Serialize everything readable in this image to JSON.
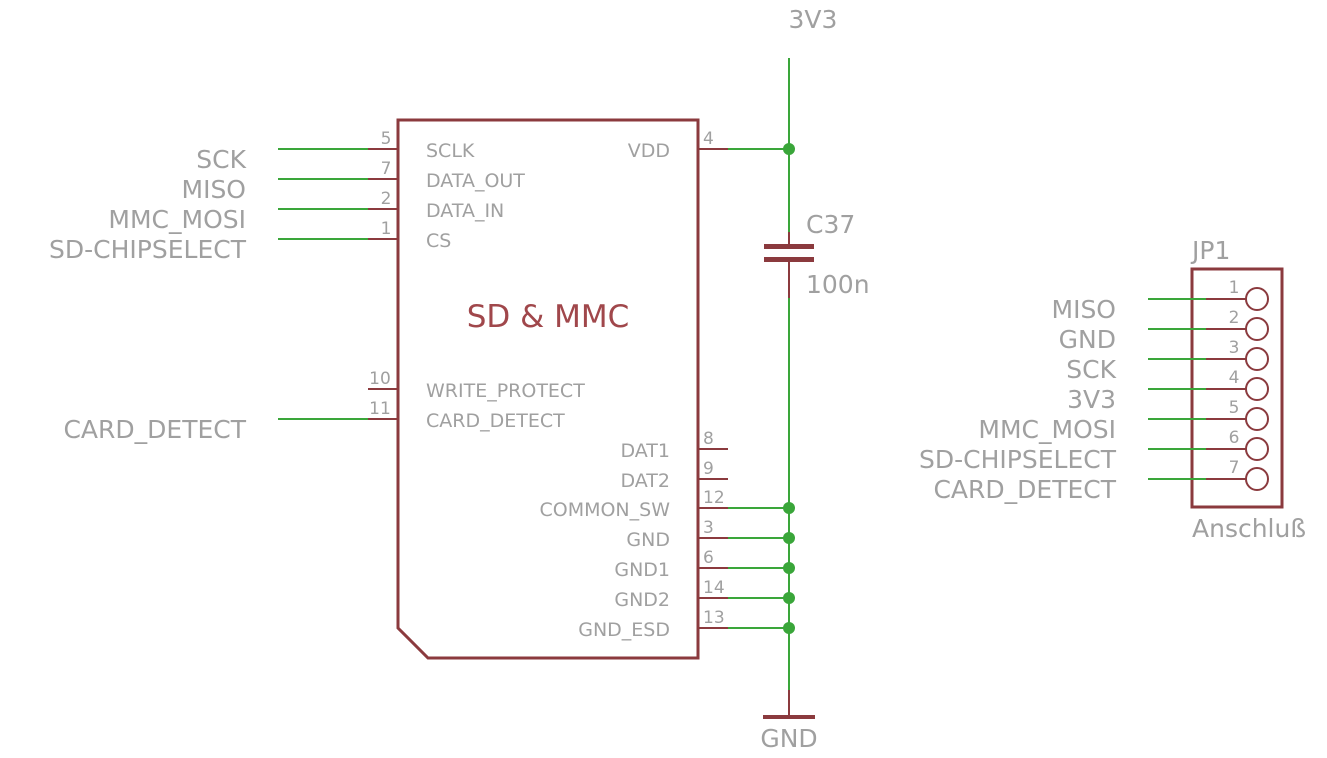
{
  "power": {
    "top_label": "3V3",
    "bottom_label": "GND"
  },
  "capacitor": {
    "name": "C37",
    "value": "100n"
  },
  "sd": {
    "title": "SD & MMC",
    "left_pins": [
      {
        "num": "5",
        "name": "SCLK",
        "net": "SCK"
      },
      {
        "num": "7",
        "name": "DATA_OUT",
        "net": "MISO"
      },
      {
        "num": "2",
        "name": "DATA_IN",
        "net": "MMC_MOSI"
      },
      {
        "num": "1",
        "name": "CS",
        "net": "SD-CHIPSELECT"
      },
      {
        "num": "10",
        "name": "WRITE_PROTECT",
        "net": ""
      },
      {
        "num": "11",
        "name": "CARD_DETECT",
        "net": "CARD_DETECT"
      }
    ],
    "right_pins": [
      {
        "num": "4",
        "name": "VDD"
      },
      {
        "num": "8",
        "name": "DAT1"
      },
      {
        "num": "9",
        "name": "DAT2"
      },
      {
        "num": "12",
        "name": "COMMON_SW"
      },
      {
        "num": "3",
        "name": "GND"
      },
      {
        "num": "6",
        "name": "GND1"
      },
      {
        "num": "14",
        "name": "GND2"
      },
      {
        "num": "13",
        "name": "GND_ESD"
      }
    ]
  },
  "jp1": {
    "name": "JP1",
    "value": "Anschluß",
    "pins": [
      {
        "num": "1",
        "net": "MISO"
      },
      {
        "num": "2",
        "net": "GND"
      },
      {
        "num": "3",
        "net": "SCK"
      },
      {
        "num": "4",
        "net": "3V3"
      },
      {
        "num": "5",
        "net": "MMC_MOSI"
      },
      {
        "num": "6",
        "net": "SD-CHIPSELECT"
      },
      {
        "num": "7",
        "net": "CARD_DETECT"
      }
    ]
  }
}
